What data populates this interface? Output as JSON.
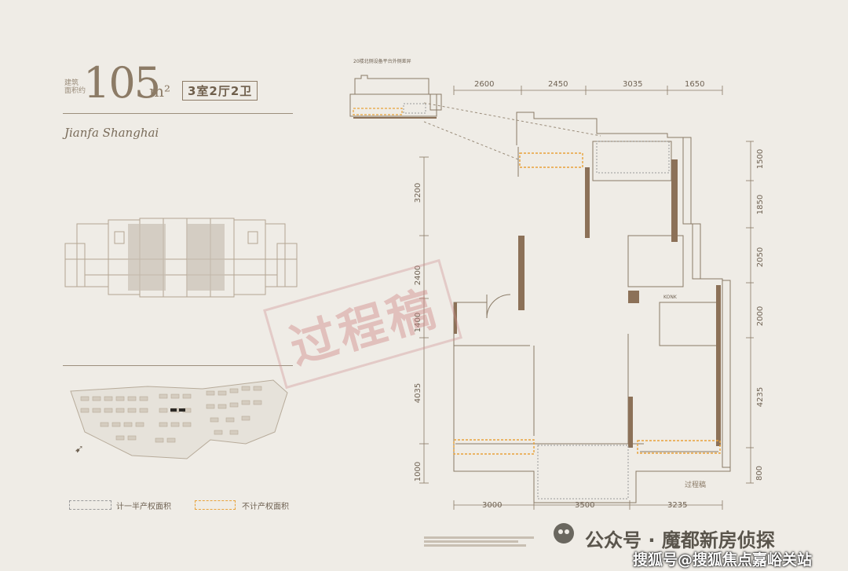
{
  "header": {
    "area_label_line1": "建筑",
    "area_label_line2": "面积约",
    "area_value": "105",
    "area_unit": "m²",
    "layout": "3室2厅2卫",
    "brand_script": "Jianfa Shanghai"
  },
  "inset_caption": "20楼北侧设备平台外侧差异",
  "dimensions": {
    "top": [
      "2600",
      "2450",
      "3035",
      "1650"
    ],
    "bottom": [
      "3000",
      "3500",
      "3235"
    ],
    "left": [
      "3200",
      "2400",
      "1400",
      "4035",
      "1000"
    ],
    "right": [
      "1500",
      "1850",
      "2050",
      "2000",
      "4235",
      "800"
    ]
  },
  "stamp_text": "过程稿",
  "small_stamp_text": "过程稿",
  "legend": {
    "half_area_label": "计一半产权面积",
    "excluded_area_label": "不计产权面积"
  },
  "watermark": {
    "text": "公众号 · 魔都新房侦探"
  },
  "source_caption": "搜狐号@搜狐焦点嘉峪关站",
  "colors": {
    "background": "#efece6",
    "wall": "#8c7158",
    "line": "#8a7a66",
    "legend_dashed_gray": "#9a9a9a",
    "legend_dashed_orange": "#e8a23a"
  }
}
